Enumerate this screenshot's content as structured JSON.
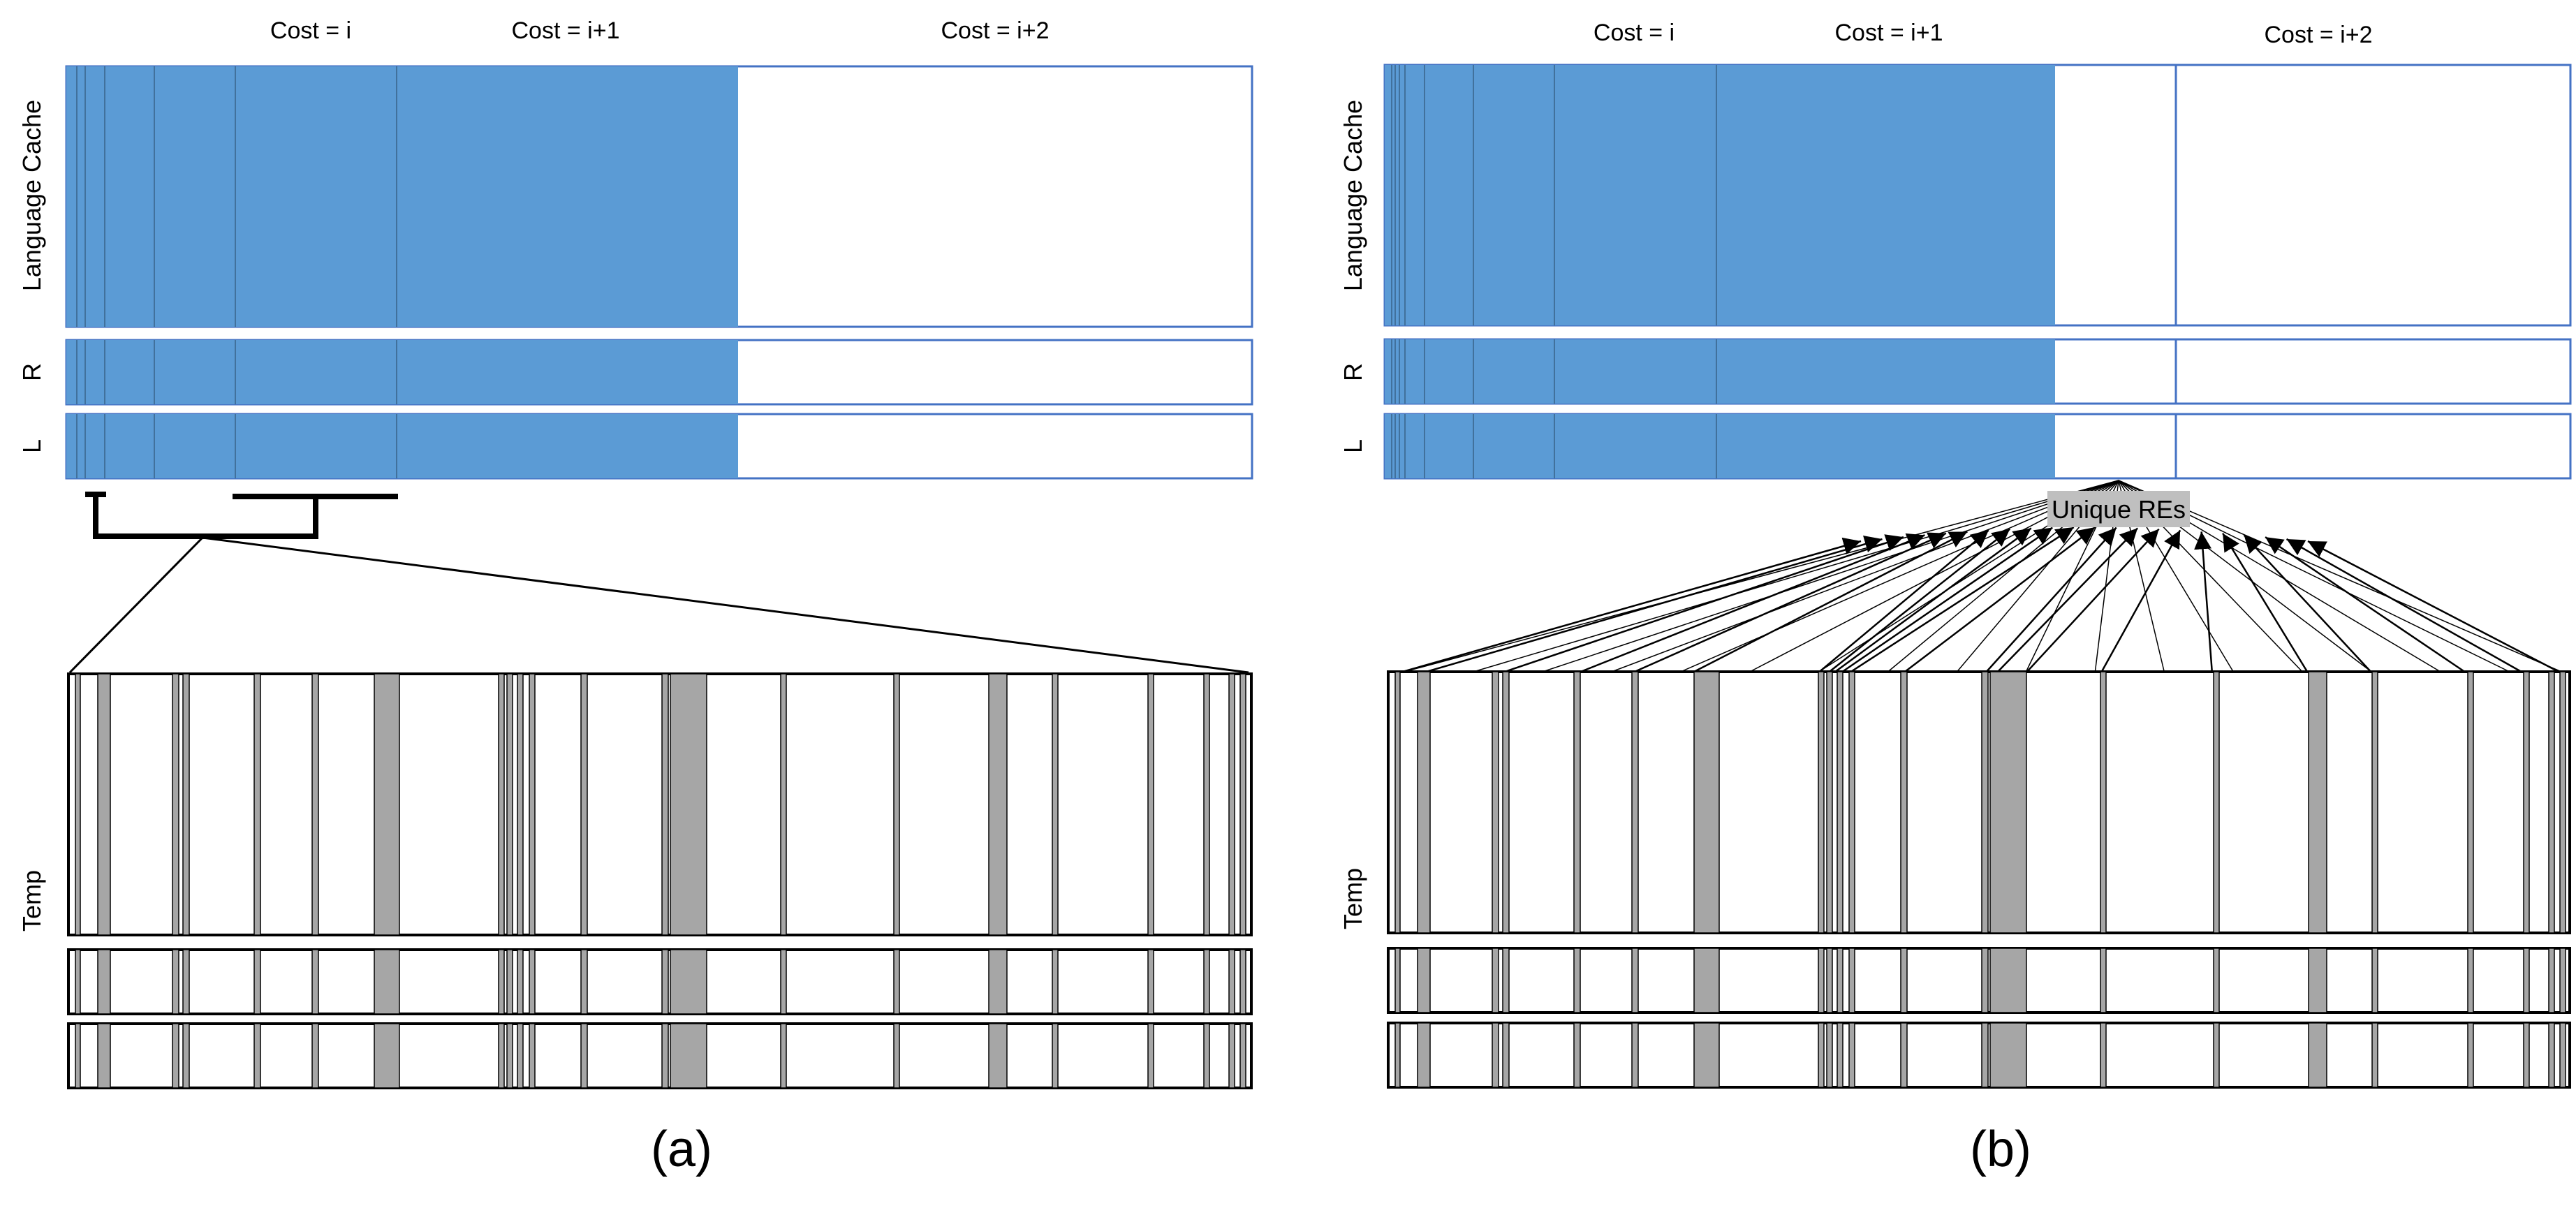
{
  "panels": [
    {
      "id": "a",
      "caption": "(a)",
      "cost_labels": [
        "Cost = i",
        "Cost = i+1",
        "Cost = i+2"
      ],
      "row_labels": {
        "cache": "Language Cache",
        "r": "R",
        "l": "L",
        "temp": "Temp"
      },
      "annotation": ""
    },
    {
      "id": "b",
      "caption": "(b)",
      "cost_labels": [
        "Cost = i",
        "Cost = i+1",
        "Cost = i+2"
      ],
      "row_labels": {
        "cache": "Language Cache",
        "r": "R",
        "l": "L",
        "temp": "Temp"
      },
      "annotation": "Unique REs"
    }
  ],
  "colors": {
    "cache_fill": "#5B9BD5",
    "cache_outline": "#4472C4",
    "cache_divider": "#41719C",
    "temp_fill": "#A6A6A6",
    "temp_outline": "#000000",
    "label_bg": "#BFBFBF"
  }
}
